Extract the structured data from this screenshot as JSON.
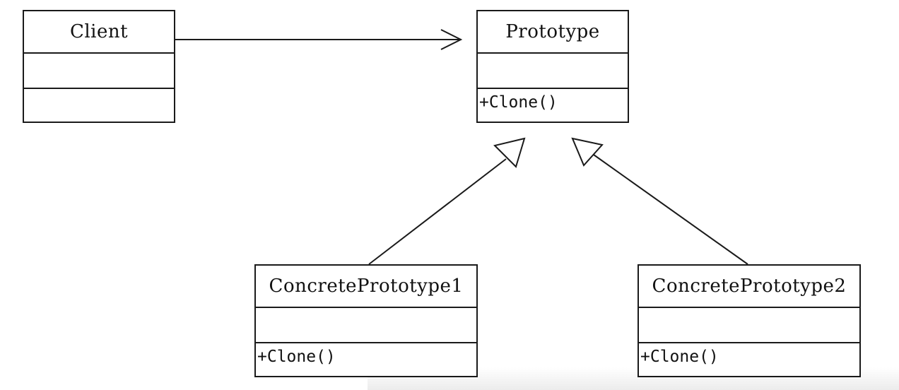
{
  "diagram": {
    "classes": {
      "client": {
        "name": "Client",
        "attributes": "",
        "operations": ""
      },
      "prototype": {
        "name": "Prototype",
        "attributes": "",
        "operations": "+Clone()"
      },
      "concrete1": {
        "name": "ConcretePrototype1",
        "attributes": "",
        "operations": "+Clone()"
      },
      "concrete2": {
        "name": "ConcretePrototype2",
        "attributes": "",
        "operations": "+Clone()"
      }
    },
    "relationships": [
      {
        "type": "association",
        "from": "Client",
        "to": "Prototype"
      },
      {
        "type": "generalization",
        "from": "ConcretePrototype1",
        "to": "Prototype"
      },
      {
        "type": "generalization",
        "from": "ConcretePrototype2",
        "to": "Prototype"
      }
    ],
    "colors": {
      "line": "#1a1a1a",
      "background": "#ffffff"
    }
  }
}
